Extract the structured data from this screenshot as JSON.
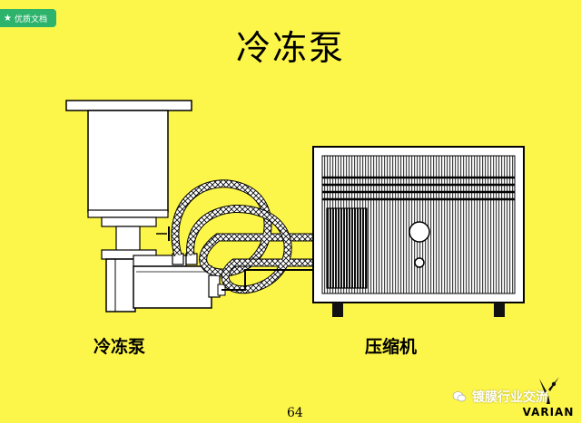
{
  "badge": {
    "label": "优质文档"
  },
  "title": "冷冻泵",
  "labels": {
    "pump": "冷冻泵",
    "compressor": "压缩机"
  },
  "page_number": "64",
  "watermark": "镀膜行业交流",
  "brand": "VARIAN",
  "colors": {
    "background": "#fdf64a",
    "equipment_fill": "#ffffff",
    "badge": "#2db36b",
    "grille_dark": "#1a1a1a"
  }
}
